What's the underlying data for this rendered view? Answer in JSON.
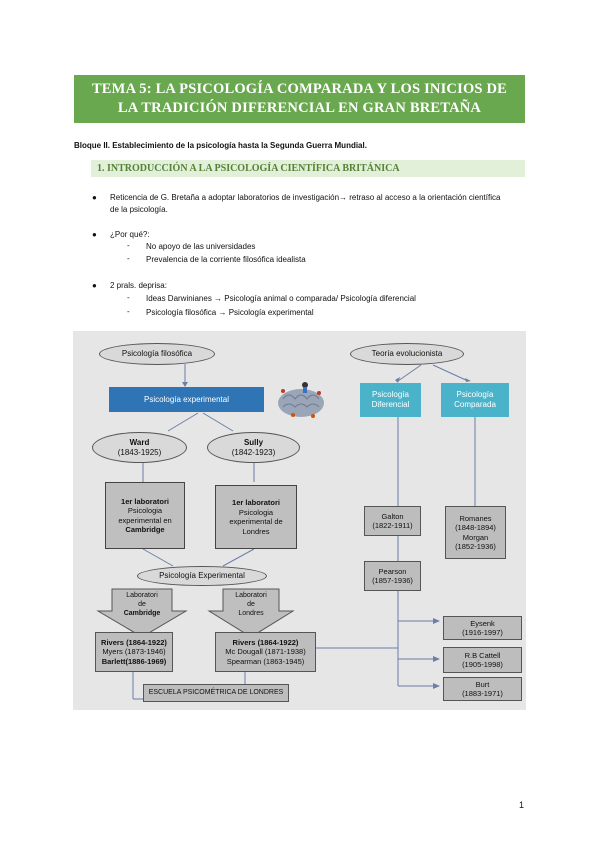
{
  "title_line1": "TEMA 5: LA PSICOLOGÍA COMPARADA Y LOS INICIOS DE",
  "title_line2": "LA TRADICIÓN DIFERENCIAL EN GRAN BRETAÑA",
  "bloque": "Bloque II. Establecimiento de la psicología hasta la Segunda Guerra Mundial.",
  "section": "1.   INTRODUCCIÓN A LA PSICOLOGÍA CIENTÍFICA BRITÁNICA",
  "bullets": {
    "b1_line1": "Reticencia de G. Bretaña a adoptar laboratorios de investigación→ retraso al acceso a la orientación científica",
    "b1_line2": "de la psicología.",
    "b2": "¿Por qué?:",
    "b2_sub1": "No apoyo de las universidades",
    "b2_sub2": "Prevalencia de la corriente filosófica idealista",
    "b3": "2 prals. deprisa:",
    "b3_sub1": "Ideas Darwinianes → Psicología animal o comparada/ Psicología diferencial",
    "b3_sub2": "Psicología filosófica → Psicología experimental"
  },
  "diagram": {
    "psic_filosofica": "Psicología filosófica",
    "teoria_evolucionista": "Teoría evolucionista",
    "psic_experimental": "Psicología experimental",
    "psic_diferencial": "Psicología Diferencial",
    "psic_comparada": "Psicología Comparada",
    "ward": "Ward",
    "ward_years": "(1843-1925)",
    "sully": "Sully",
    "sully_years": "(1842-1923)",
    "lab1_title": "1er laboratori",
    "lab1_text": "Psicologia experimental en",
    "lab1_place": "Cambridge",
    "lab2_title": "1er laboratori",
    "lab2_text": "Psicologia experimental de Londres",
    "galton": "Galton",
    "galton_years": "(1822-1911)",
    "romanes": "Romanes",
    "romanes_years": "(1848-1894)",
    "morgan": "Morgan",
    "morgan_years": "(1852-1936)",
    "psic_exp2": "Psicología Experimental",
    "pearson": "Pearson",
    "pearson_years": "(1857-1936)",
    "lab_cam_1": "Laboratori",
    "lab_cam_2": "de",
    "lab_cam_3": "Cambridge",
    "lab_lon_1": "Laboratori",
    "lab_lon_2": "de",
    "lab_lon_3": "Londres",
    "cam_names_1": "Rivers (1864-1922)",
    "cam_names_2": "Myers (1873-1946)",
    "cam_names_3": "Barlett(1886-1969)",
    "lon_names_1": "Rivers (1864-1922)",
    "lon_names_2": "Mc Dougall (1871-1938)",
    "lon_names_3": "Spearman (1863-1945)",
    "eysenk": "Eysenk",
    "eysenk_years": "(1916-1997)",
    "cattell": "R.B Cattell",
    "cattell_years": "(1905-1998)",
    "burt": "Burt",
    "burt_years": "(1883-1971)",
    "escuela": "ESCUELA PSICOMÉTRICA DE LONDRES"
  },
  "page_number": "1",
  "colors": {
    "banner": "#6aa84f",
    "section_bg": "#e2efd9",
    "section_text": "#548235",
    "blue": "#2f75b5",
    "teal": "#4ab3c9"
  }
}
